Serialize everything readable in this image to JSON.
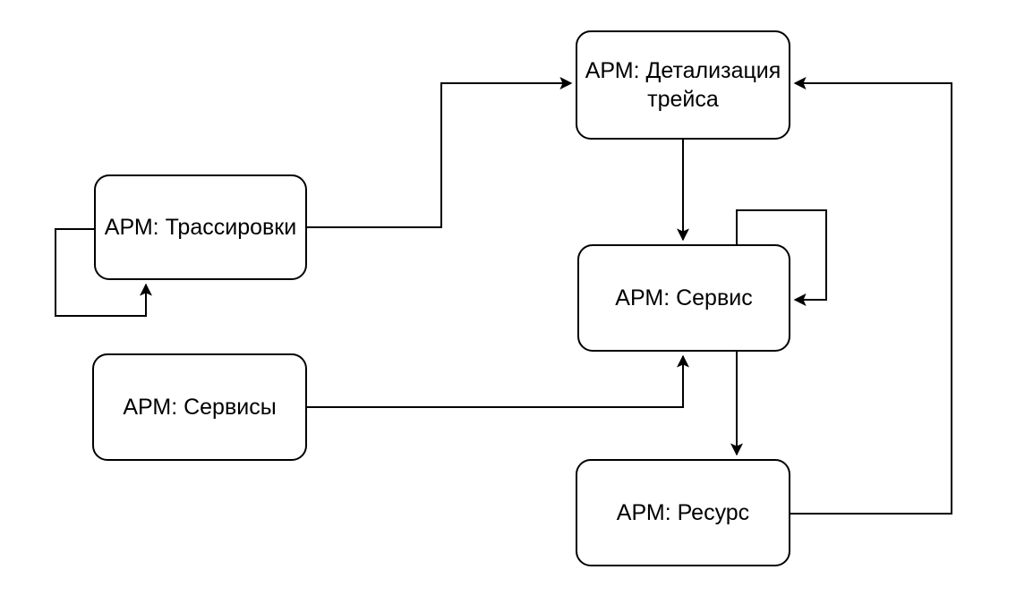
{
  "diagram": {
    "background_color": "#ffffff",
    "stroke_color": "#000000",
    "text_color": "#000000",
    "nodes": [
      {
        "id": "trace-detail",
        "label": "АРМ: Детализация трейса"
      },
      {
        "id": "traces",
        "label": "АРМ: Трассировки"
      },
      {
        "id": "service",
        "label": "АРМ: Сервис"
      },
      {
        "id": "services",
        "label": "АРМ: Сервисы"
      },
      {
        "id": "resource",
        "label": "АРМ: Ресурс"
      }
    ],
    "edges": [
      {
        "from": "traces",
        "to": "trace-detail",
        "note": "right side up into left side of trace-detail"
      },
      {
        "from": "traces",
        "to": "traces",
        "note": "self-loop on left, arrow up into bottom"
      },
      {
        "from": "trace-detail",
        "to": "service",
        "note": "straight down"
      },
      {
        "from": "service",
        "to": "service",
        "note": "self-loop on top-right, arrow left into right side"
      },
      {
        "from": "services",
        "to": "service",
        "note": "right then up into bottom"
      },
      {
        "from": "service",
        "to": "resource",
        "note": "straight down"
      },
      {
        "from": "resource",
        "to": "trace-detail",
        "note": "right, up, left into right side"
      }
    ]
  }
}
